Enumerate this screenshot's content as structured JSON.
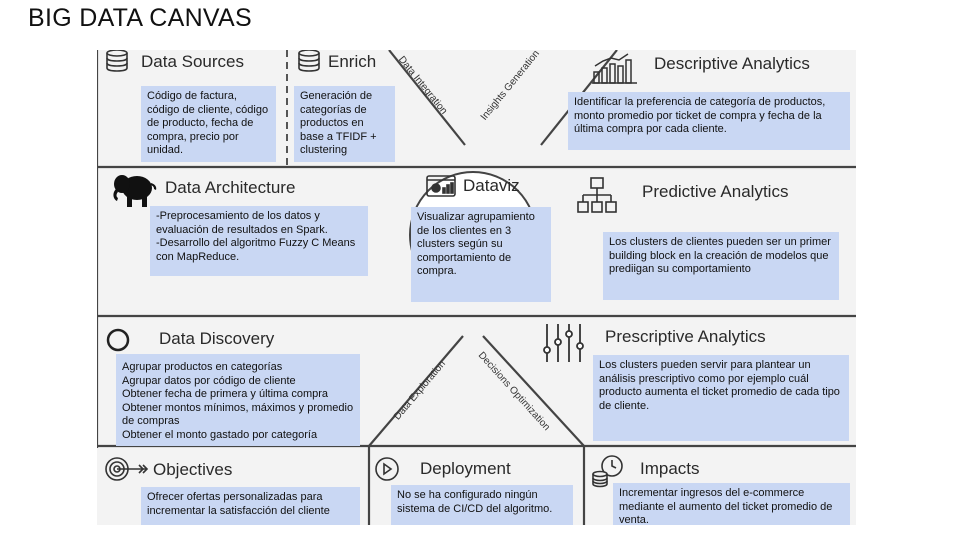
{
  "title": "BIG DATA CANVAS",
  "sections": {
    "data_sources": {
      "title": "Data Sources",
      "text": "Código de factura, código de cliente, código de producto, fecha de compra, precio por unidad."
    },
    "enrich": {
      "title": "Enrich",
      "text": "Generación de categorías de productos en base a TFIDF + clustering"
    },
    "descriptive": {
      "title": "Descriptive Analytics",
      "text": "Identificar la preferencia de categoría de productos, monto promedio por ticket de compra y fecha de la última compra por cada cliente."
    },
    "architecture": {
      "title": "Data Architecture",
      "text": "-Preprocesamiento de los datos y evaluación de resultados en Spark.\n-Desarrollo del algoritmo Fuzzy C Means con MapReduce."
    },
    "dataviz": {
      "title": "Dataviz",
      "text": "Visualizar agrupamiento de los clientes en 3 clusters según su comportamiento de compra."
    },
    "predictive": {
      "title": "Predictive Analytics",
      "text": "Los clusters de clientes pueden ser un primer building block en la creación de modelos que prediigan su comportamiento"
    },
    "discovery": {
      "title": "Data Discovery",
      "text": "Agrupar productos en categorías\nAgrupar datos por código de cliente\nObtener fecha de primera y última compra\nObtener montos mínimos, máximos y promedio de compras\nObtener el monto gastado por categoría"
    },
    "prescriptive": {
      "title": "Prescriptive Analytics",
      "text": "Los clusters pueden servir para plantear un análisis prescriptivo como por ejemplo cuál producto aumenta el ticket promedio de cada tipo de cliente."
    },
    "objectives": {
      "title": "Objectives",
      "text": "Ofrecer ofertas personalizadas para incrementar la satisfacción del cliente"
    },
    "deployment": {
      "title": "Deployment",
      "text": "No se ha configurado ningún sistema de CI/CD del algoritmo."
    },
    "impacts": {
      "title": "Impacts",
      "text": "Incrementar ingresos del e-commerce mediante el aumento del ticket promedio de venta."
    }
  },
  "diagonals": {
    "data_integration": "Data Integration",
    "insights_generation": "Insights Generation",
    "data_exploration": "Data Exploration",
    "decisions_optimization": "Decisions Optimization"
  },
  "colors": {
    "note_bg": "#c9d7f3",
    "canvas_bg": "#f3f3f3",
    "line": "#444444"
  }
}
